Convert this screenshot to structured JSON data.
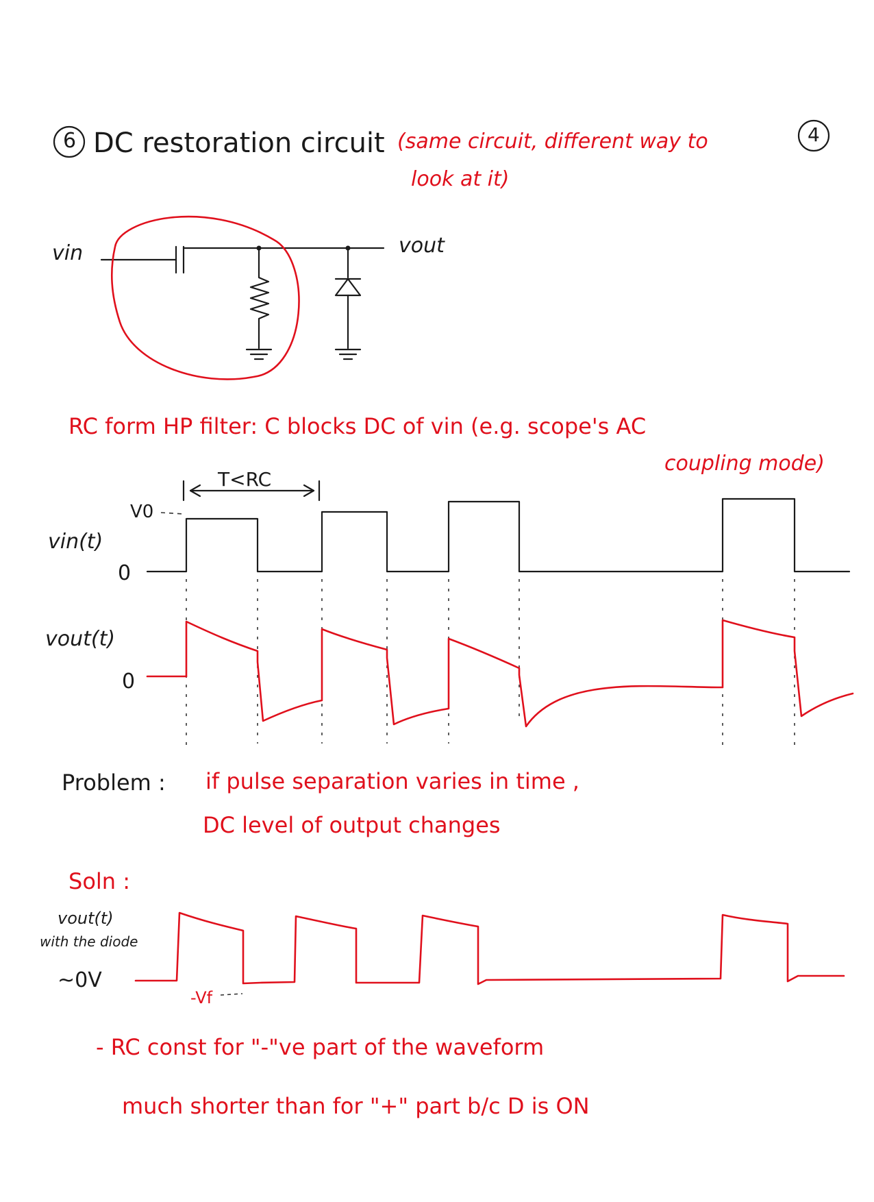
{
  "header": {
    "section_number": "6",
    "title": "DC restoration circuit",
    "note_line1": "(same circuit, different way to",
    "note_line2": "look at it)",
    "page_number": "4"
  },
  "circuit": {
    "input_label": "vin",
    "output_label": "vout"
  },
  "hp_filter": {
    "line1": "RC form HP filter: C blocks DC of vin (e.g. scope's AC",
    "line2": "coupling mode)"
  },
  "waveforms": {
    "period_label": "T<RC",
    "v0_label": "V0",
    "vin_label": "vin(t)",
    "vin_zero": "0",
    "vout_label": "vout(t)",
    "vout_zero": "0"
  },
  "problem": {
    "label": "Problem :",
    "line1": "if pulse separation varies in time ,",
    "line2": "DC level of output changes"
  },
  "solution": {
    "label": "Soln :",
    "vout_label": "vout(t)",
    "vout_sublabel": "with the diode",
    "zero_label": "~0V",
    "vf_label": "-Vf",
    "note_line1": "- RC const  for \"-\"ve part of the waveform",
    "note_line2": "much shorter than for \"+\" part b/c D is ON"
  },
  "colors": {
    "ink_black": "#1a1a1a",
    "ink_red": "#e0101c"
  }
}
